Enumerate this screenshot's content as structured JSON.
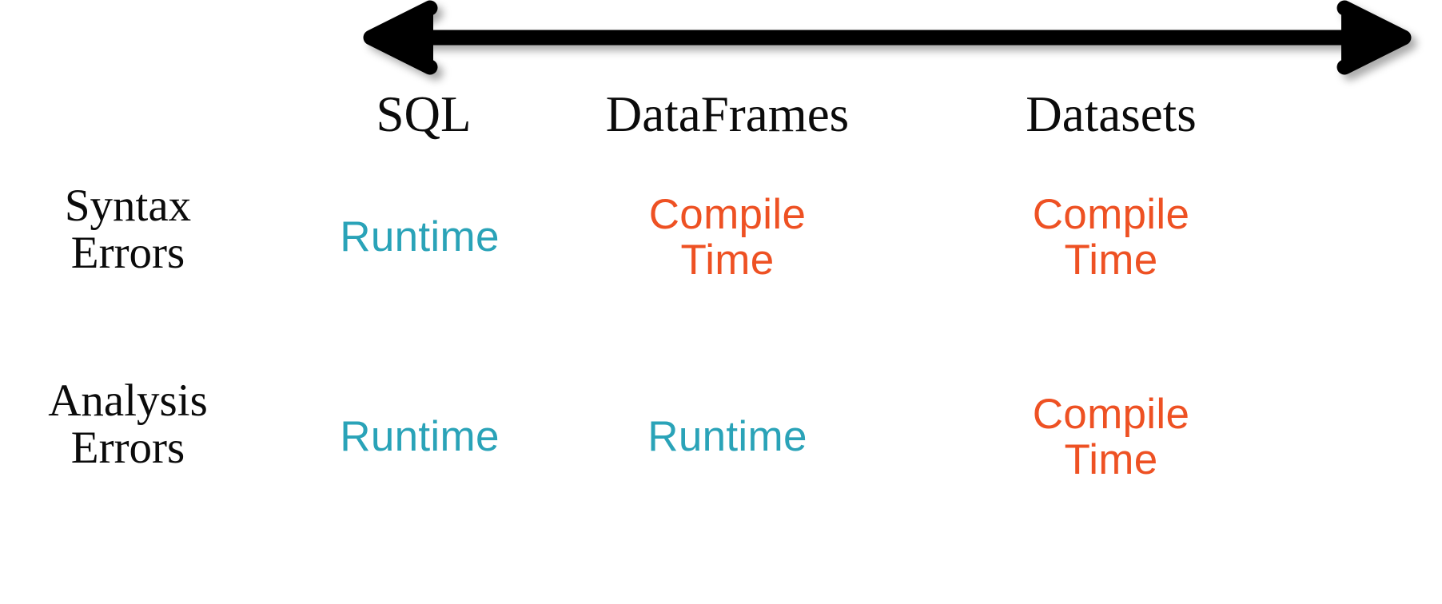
{
  "arrow": {
    "name": "double-headed-arrow",
    "color": "#000000",
    "direction": "both",
    "meaning": "spectrum from SQL to Datasets"
  },
  "matrix": {
    "columns": [
      {
        "label": "SQL"
      },
      {
        "label": "DataFrames"
      },
      {
        "label": "Datasets"
      }
    ],
    "rows": [
      {
        "label_line1": "Syntax",
        "label_line2": "Errors",
        "cells": [
          {
            "text": "Runtime",
            "kind": "runtime",
            "lines": 1
          },
          {
            "text": "Compile\nTime",
            "kind": "compile",
            "lines": 2
          },
          {
            "text": "Compile\nTime",
            "kind": "compile",
            "lines": 2
          }
        ]
      },
      {
        "label_line1": "Analysis",
        "label_line2": "Errors",
        "cells": [
          {
            "text": "Runtime",
            "kind": "runtime",
            "lines": 1
          },
          {
            "text": "Runtime",
            "kind": "runtime",
            "lines": 1
          },
          {
            "text": "Compile\nTime",
            "kind": "compile",
            "lines": 2
          }
        ]
      }
    ]
  },
  "colors": {
    "runtime": "#2aa3b8",
    "compile": "#ee5123",
    "text": "#0b0b0b",
    "background": "#ffffff"
  }
}
